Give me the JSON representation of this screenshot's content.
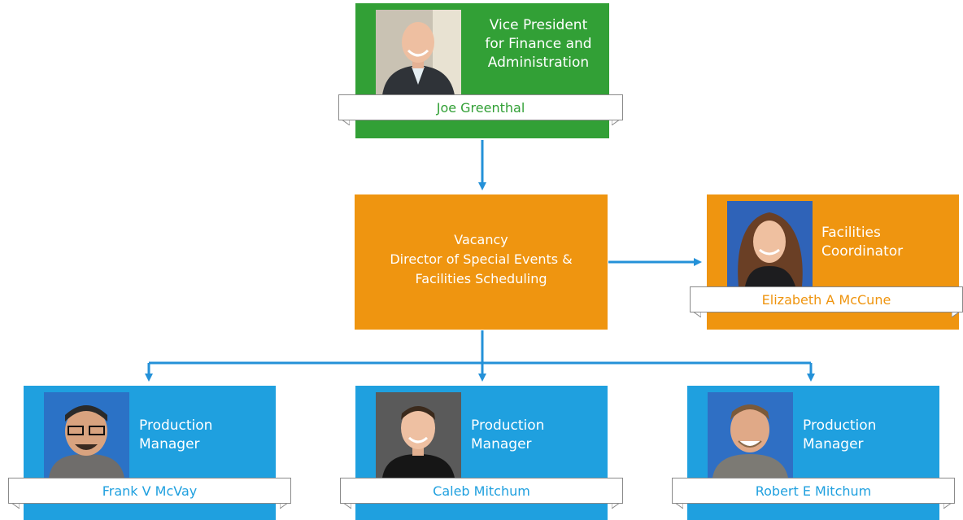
{
  "colors": {
    "green": "#32a036",
    "orange": "#ef9510",
    "blue": "#1fa0df",
    "line": "#2491d8"
  },
  "vp": {
    "title": "Vice President\nfor Finance and\nAdministration",
    "name": "Joe Greenthal"
  },
  "director": {
    "line1": "Vacancy",
    "line2": "Director of Special Events &",
    "line3": "Facilities  Scheduling"
  },
  "coordinator": {
    "title": "Facilities\nCoordinator",
    "name": "Elizabeth A McCune"
  },
  "managers": [
    {
      "title": "Production\nManager",
      "name": "Frank V McVay"
    },
    {
      "title": "Production\nManager",
      "name": "Caleb Mitchum"
    },
    {
      "title": "Production\nManager",
      "name": "Robert E Mitchum"
    }
  ]
}
